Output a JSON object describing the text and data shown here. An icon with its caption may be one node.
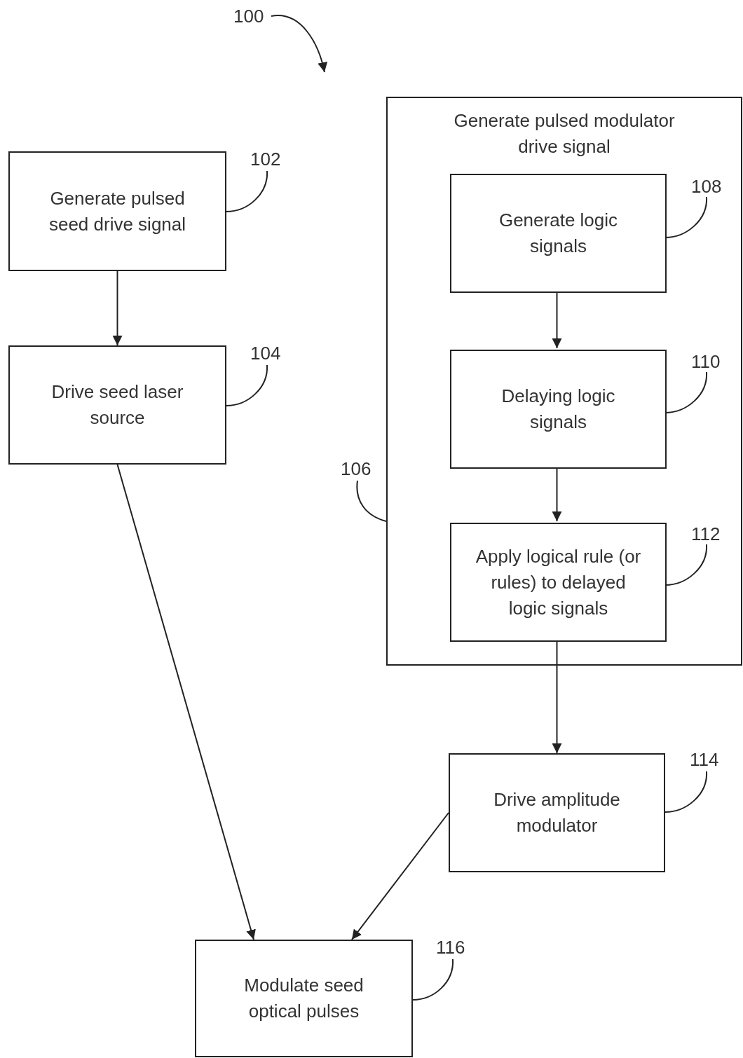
{
  "diagram": {
    "nodes": [
      {
        "text": [
          "Generate pulsed seed drive signal"
        ]
      },
      {
        "text": [
          "Drive seed laser source"
        ]
      },
      {
        "text": [
          "Generate pulsed modulator drive signal"
        ]
      },
      {
        "text": [
          "Generate logic signals"
        ],
        "in": 2
      },
      {
        "text": [
          "Delaying logic signals"
        ],
        "in": 2
      },
      {
        "text": [
          "Apply logical rule (or rules) to delayed logic signals"
        ],
        "in": 2
      },
      {
        "text": [
          "Drive amplitude modulator"
        ]
      },
      {
        "text": [
          "Modulate seed optical pulses"
        ]
      },
      {
        "text": [
          "100"
        ]
      },
      {
        "text": [
          "102"
        ]
      },
      {
        "text": [
          "104"
        ]
      },
      {
        "text": [
          "106"
        ]
      },
      {
        "text": [
          "108"
        ],
        "in": 2
      },
      {
        "text": [
          "110"
        ],
        "in": 2
      },
      {
        "text": [
          "112"
        ],
        "in": 2
      },
      {
        "text": [
          "114"
        ]
      },
      {
        "text": [
          "116"
        ]
      }
    ],
    "edges": [
      {
        "from": 0,
        "to": 1,
        "arrow": "to"
      },
      {
        "from": 3,
        "to": 4,
        "arrow": "to"
      },
      {
        "from": 4,
        "to": 5,
        "arrow": "to"
      },
      {
        "from": 5,
        "to": 6,
        "arrow": "to"
      },
      {
        "from": 1,
        "to": 7,
        "arrow": "to"
      },
      {
        "from": 6,
        "to": 7,
        "arrow": "to"
      },
      {
        "from": 8,
        "to": null,
        "arrow": "to"
      },
      {
        "from": 9,
        "to": 0,
        "arrow": "none"
      },
      {
        "from": 10,
        "to": 1,
        "arrow": "none"
      },
      {
        "from": 11,
        "to": 2,
        "arrow": "none"
      },
      {
        "from": 12,
        "to": 3,
        "arrow": "none"
      },
      {
        "from": 13,
        "to": 4,
        "arrow": "none"
      },
      {
        "from": 14,
        "to": 5,
        "arrow": "none"
      },
      {
        "from": 15,
        "to": 6,
        "arrow": "none"
      },
      {
        "from": 16,
        "to": 7,
        "arrow": "none"
      }
    ]
  }
}
